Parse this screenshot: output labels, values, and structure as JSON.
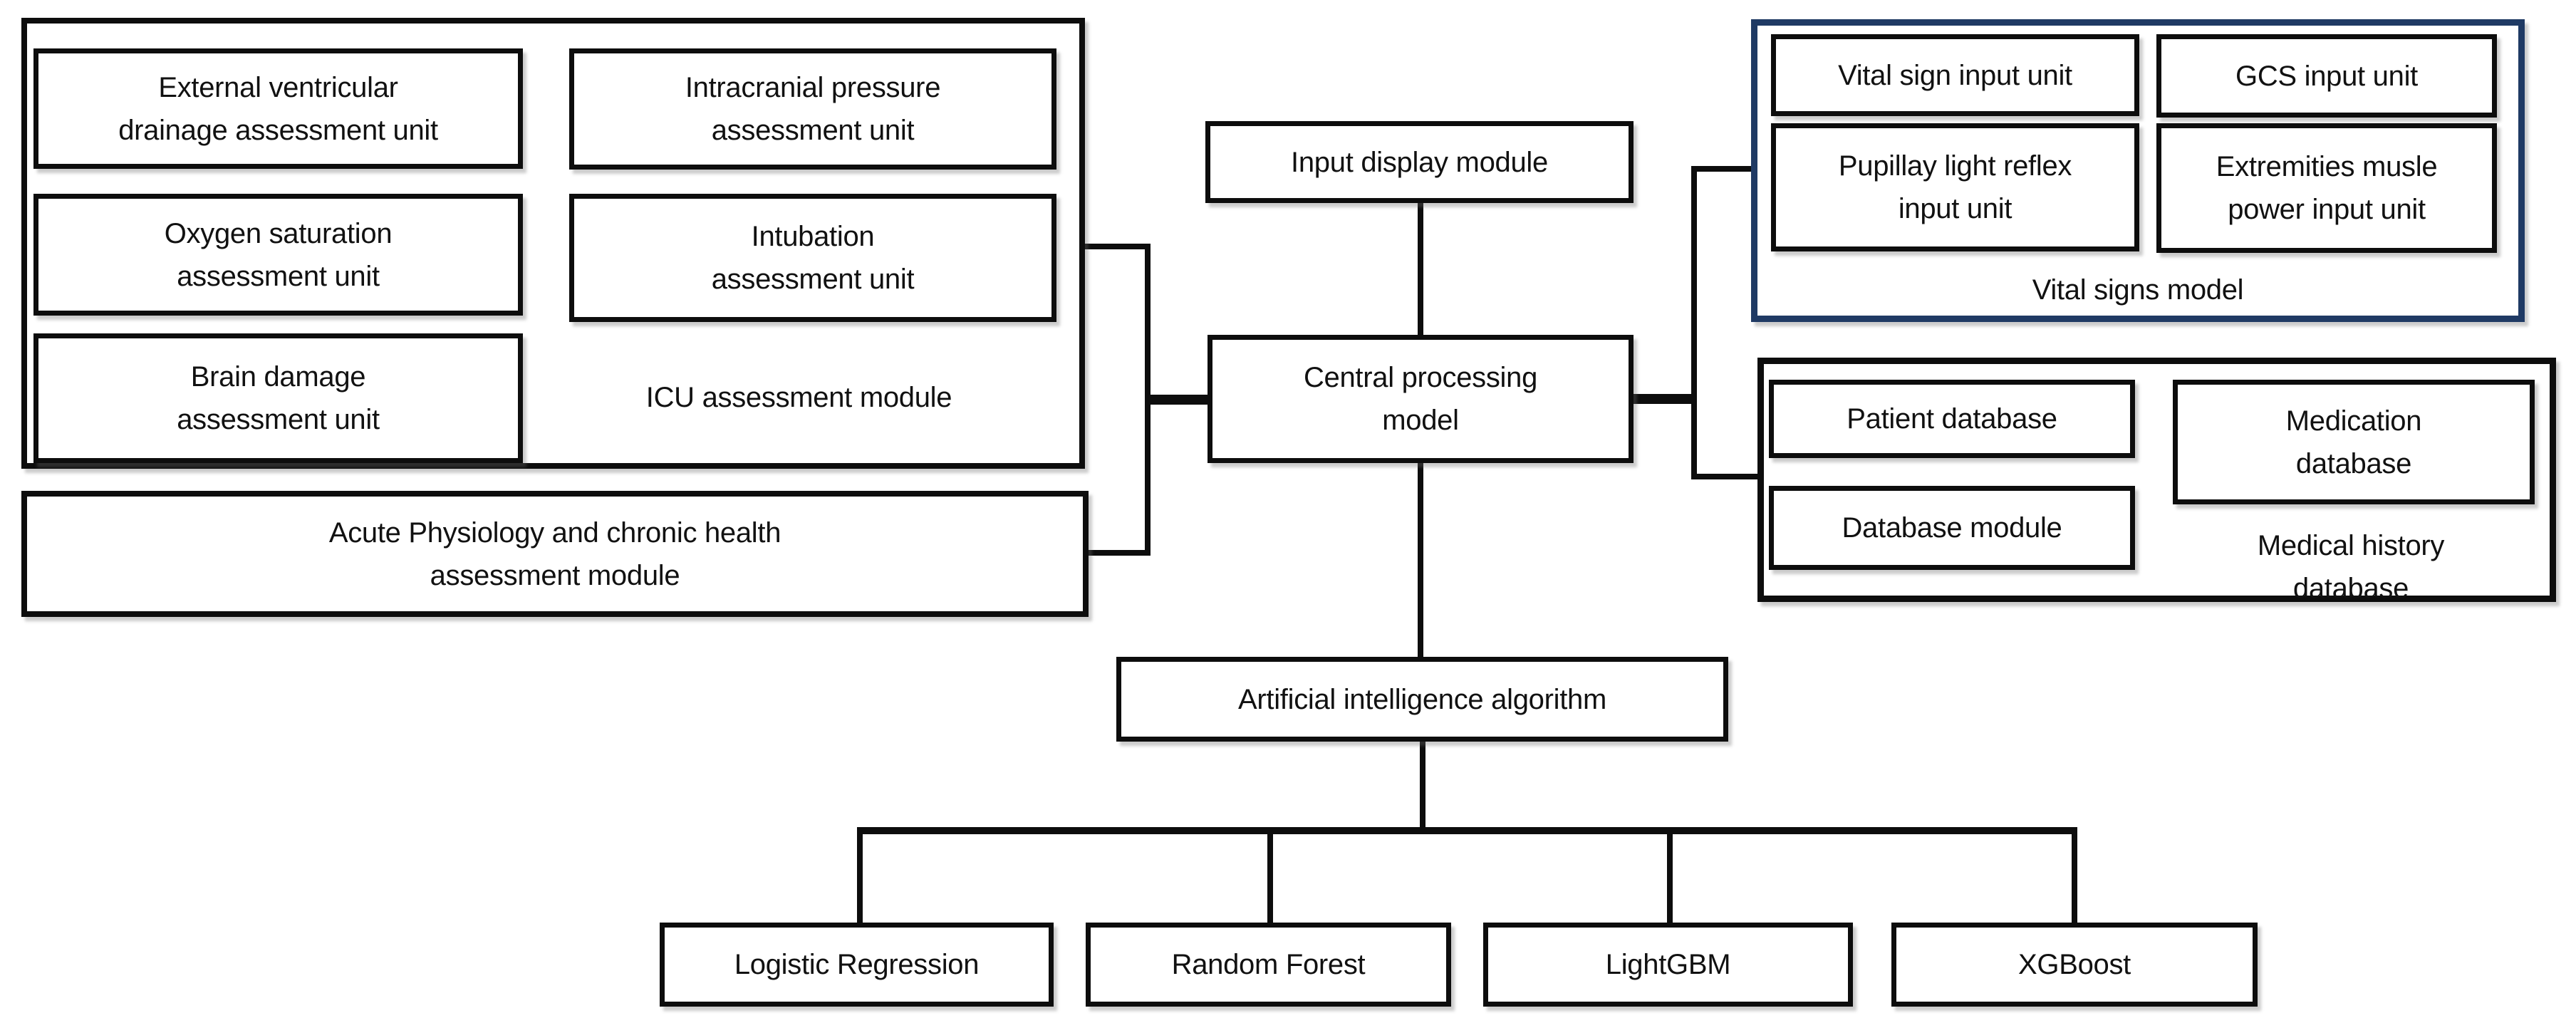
{
  "figure": {
    "background": "#ffffff",
    "line_color": "#0d0d0d",
    "accent_border_color": "#1f3a64",
    "icu_module": {
      "label": "ICU assessment module",
      "units": {
        "evd": {
          "lines": [
            "External ventricular",
            "drainage assessment unit"
          ]
        },
        "icp": {
          "lines": [
            "Intracranial pressure",
            "assessment unit"
          ]
        },
        "oxygen": {
          "lines": [
            "Oxygen saturation",
            "assessment unit"
          ]
        },
        "intubation": {
          "lines": [
            "Intubation",
            "assessment unit"
          ]
        },
        "brain": {
          "lines": [
            "Brain damage",
            "assessment unit"
          ]
        }
      }
    },
    "apache_module": {
      "lines": [
        "Acute Physiology and chronic health",
        "assessment module"
      ]
    },
    "input_display": {
      "label": "Input display module"
    },
    "central_processing": {
      "lines": [
        "Central processing",
        "model"
      ]
    },
    "vital_signs_model": {
      "label": "Vital signs model",
      "units": {
        "vital_sign": {
          "label": "Vital sign input unit"
        },
        "gcs": {
          "label": "GCS input unit"
        },
        "pupillary": {
          "lines": [
            "Pupillay  light reflex",
            "input unit"
          ]
        },
        "extremities": {
          "lines": [
            "Extremities  musle",
            "power input unit"
          ]
        }
      }
    },
    "database_module": {
      "units": {
        "patient": {
          "label": "Patient database"
        },
        "medication": {
          "lines": [
            "Medication",
            "database"
          ]
        },
        "database_module_unit": {
          "label": "Database module"
        },
        "medical_history": {
          "lines": [
            "Medical history",
            "database"
          ]
        }
      }
    },
    "ai_algorithm": {
      "label": "Artificial intelligence algorithm"
    },
    "algorithms": {
      "logistic_regression": "Logistic Regression",
      "random_forest": "Random Forest",
      "lightgbm": "LightGBM",
      "xgboost": "XGBoost"
    }
  }
}
